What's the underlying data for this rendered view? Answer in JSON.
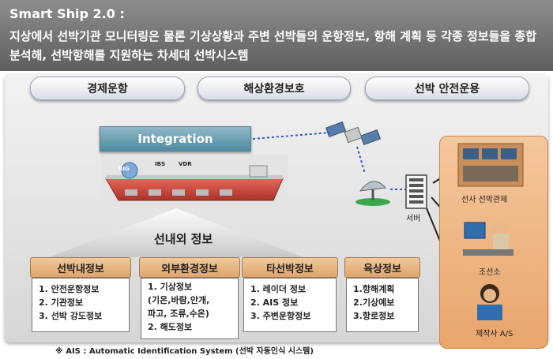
{
  "header": {
    "title": "Smart Ship 2.0 :",
    "description": "지상에서 선박기관 모니터링은 물론 기상상황과 주변 선박들의 운항정보, 항해 계획 등 각종 정보들을 종합 분석해, 선박항해를 지원하는 차세대 선박시스템"
  },
  "goals": [
    "경제운항",
    "해상환경보호",
    "선박 안전운용"
  ],
  "integration_label": "Integration",
  "ship_tags": [
    "RIG",
    "IBS",
    "VDR"
  ],
  "center_title": "선내외 정보",
  "categories": [
    {
      "title": "선박내정보",
      "items": [
        "1. 안전운항정보",
        "2. 기관정보",
        "3. 선박 강도정보"
      ]
    },
    {
      "title": "외부환경정보",
      "items": [
        "1. 기상정보",
        "(기온,바람,안개,",
        "파고, 조류,수온)",
        "2. 해도정보"
      ]
    },
    {
      "title": "타선박정보",
      "items": [
        "1. 레이더 정보",
        "2. AIS 정보",
        "3. 주변운항정보"
      ]
    },
    {
      "title": "육상정보",
      "items": [
        "1.항해계획",
        "2.기상예보",
        "3.항로정보"
      ]
    }
  ],
  "server_label": "서버",
  "right_panel": [
    "선사 선박관제",
    "조선소",
    "제작사 A/S"
  ],
  "footnote": "※ AIS : Automatic Identification System (선박 자동인식 시스템)"
}
